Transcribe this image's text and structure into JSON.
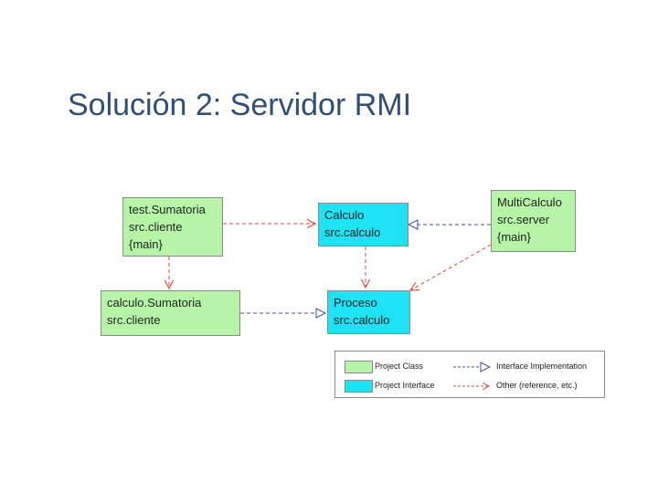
{
  "title": "Solución 2: Servidor RMI",
  "colors": {
    "class_fill": "#b6f5a8",
    "interface_fill": "#1fe3f4",
    "implementation_line": "#3a4ea8",
    "reference_line": "#d9483b"
  },
  "nodes": {
    "test_sumatoria": {
      "line1": "test.Sumatoria",
      "line2": "src.cliente",
      "line3": "{main}"
    },
    "calculo_sumatoria": {
      "line1": "calculo.Sumatoria",
      "line2": "src.cliente"
    },
    "calculo": {
      "line1": "Calculo",
      "line2": "src.calculo"
    },
    "proceso": {
      "line1": "Proceso",
      "line2": "src.calculo"
    },
    "multi_calculo": {
      "line1": "MultiCalculo",
      "line2": "src.server",
      "line3": "{main}"
    }
  },
  "legend": {
    "project_class": "Project Class",
    "project_interface": "Project Interface",
    "interface_implementation": "Interface Implementation",
    "other_reference": "Other (reference, etc.)"
  }
}
